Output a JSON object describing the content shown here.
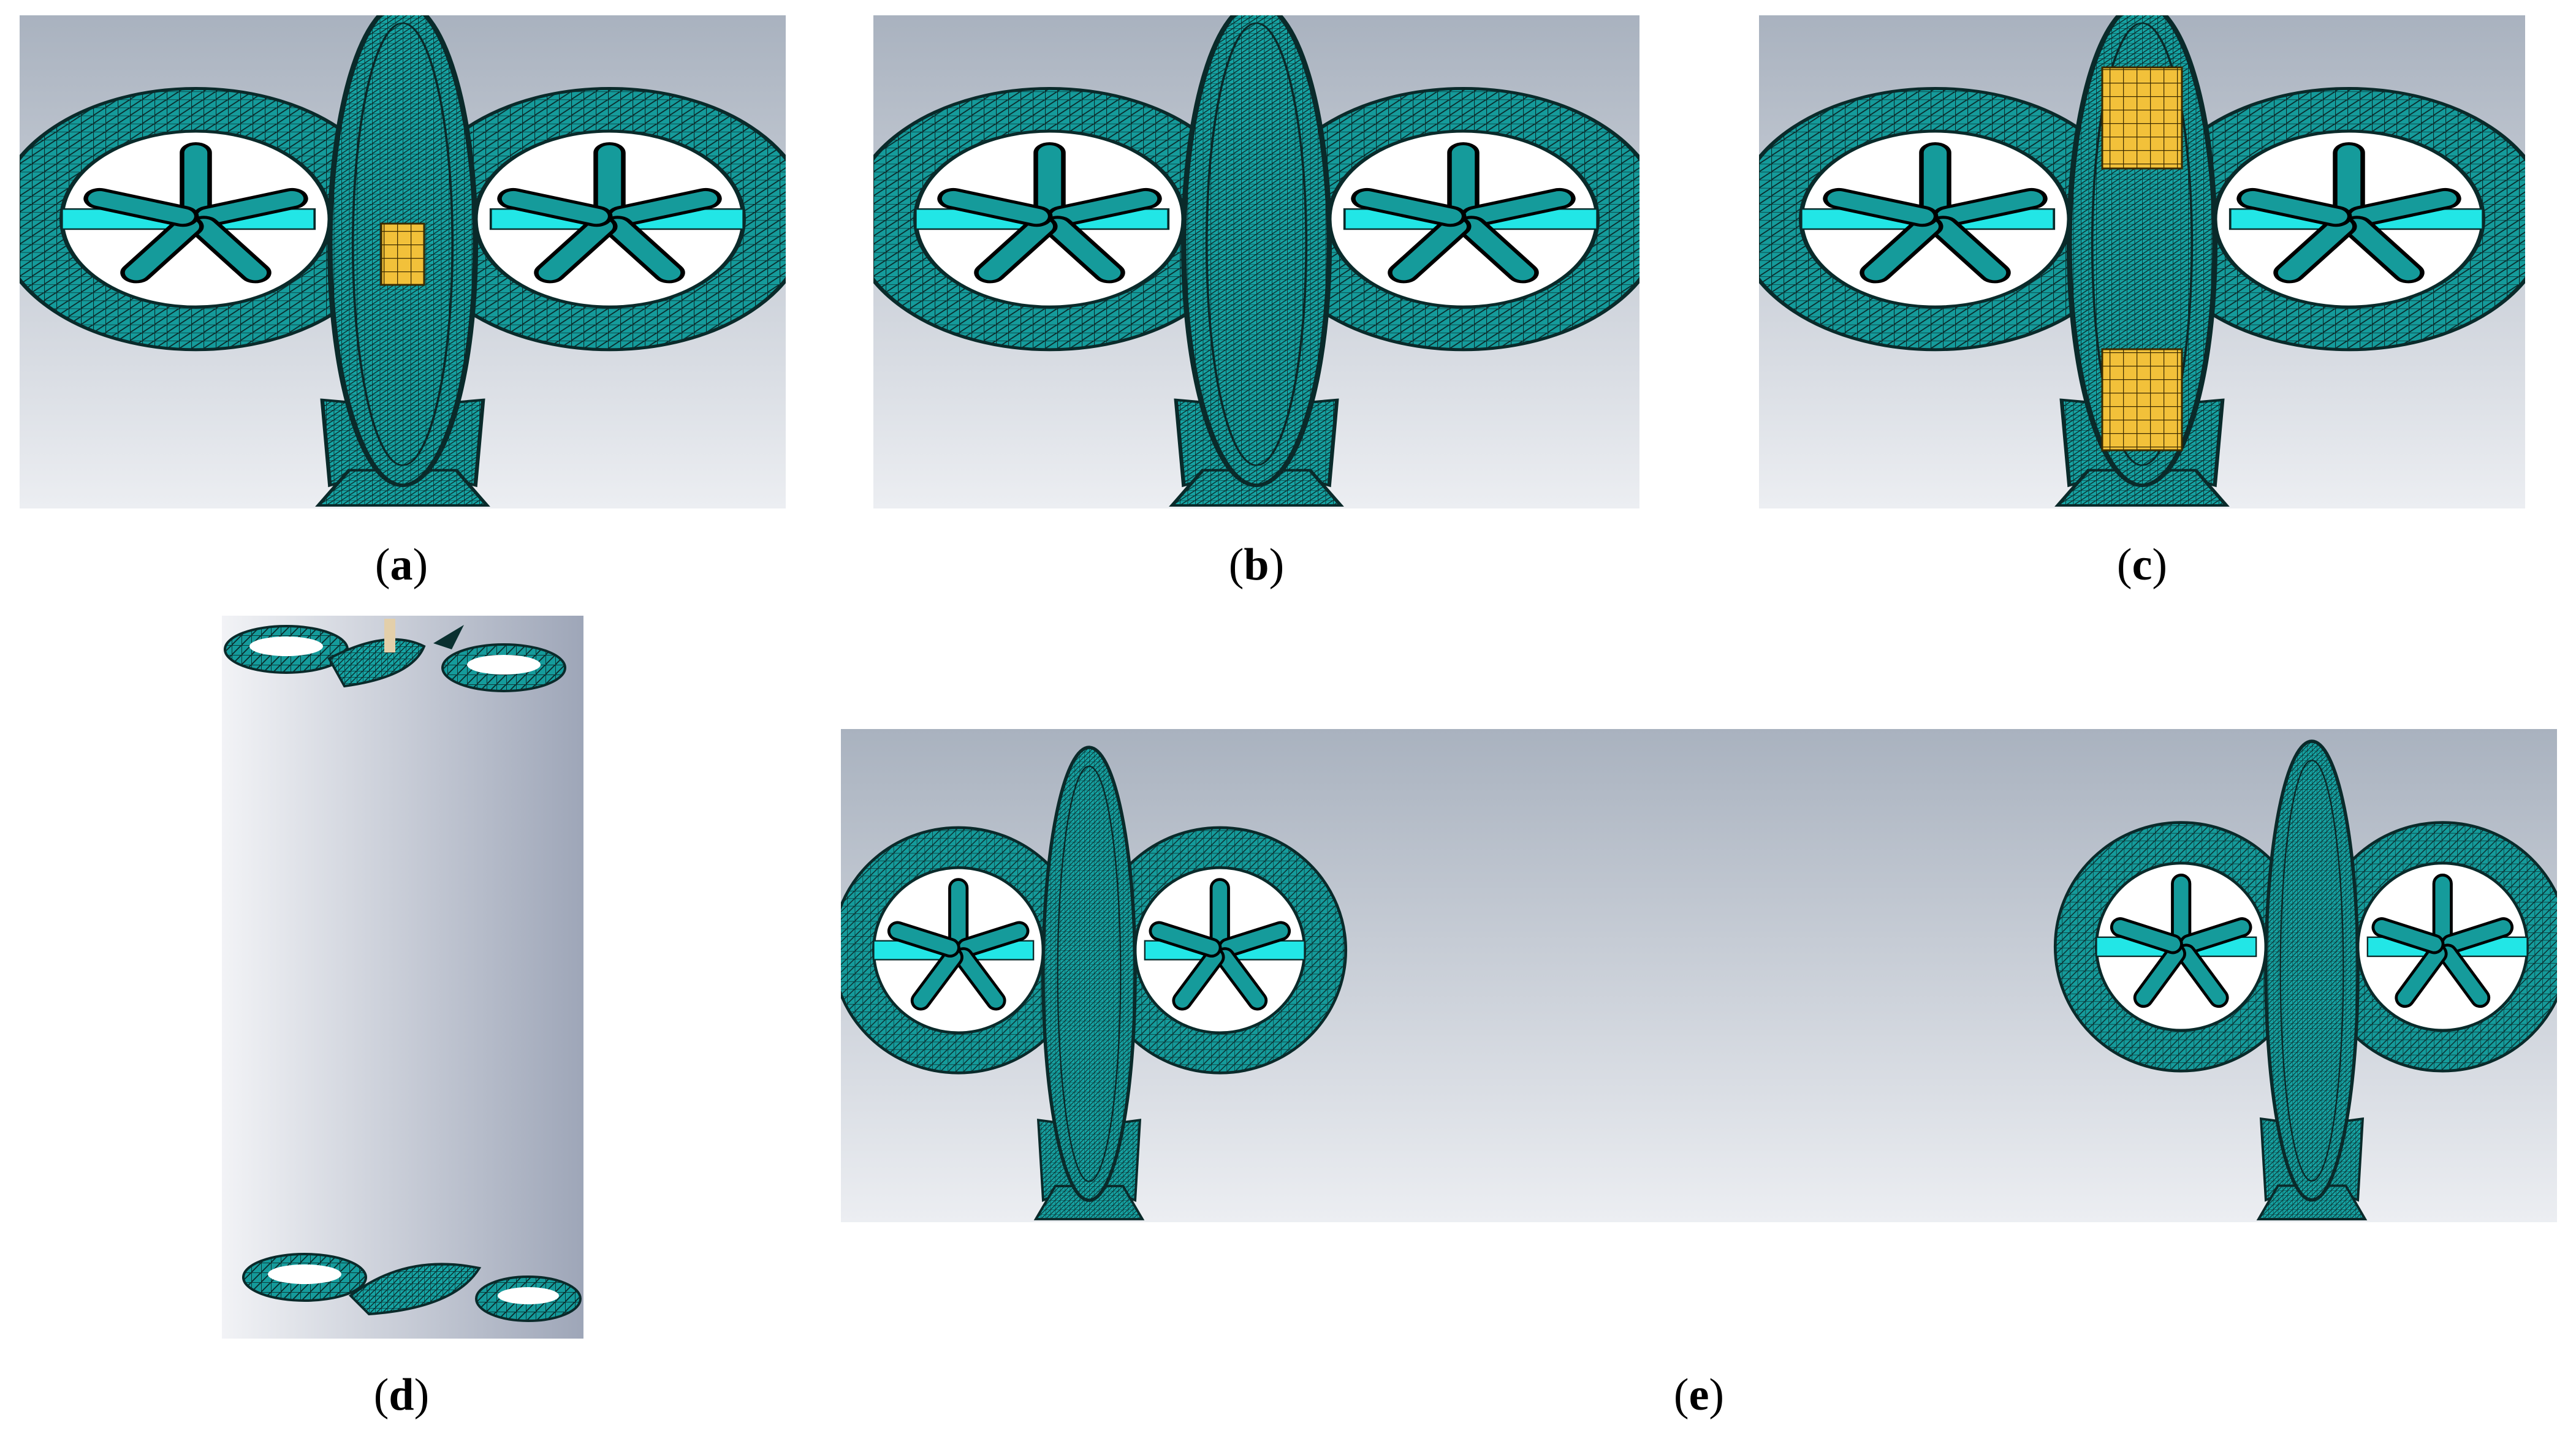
{
  "figure": {
    "panels": [
      {
        "id": "a",
        "caption": "a",
        "view": "top",
        "variant": "small-patch"
      },
      {
        "id": "b",
        "caption": "b",
        "view": "top",
        "variant": "no-patch"
      },
      {
        "id": "c",
        "caption": "c",
        "view": "top",
        "variant": "two-arrays"
      },
      {
        "id": "d",
        "caption": "d",
        "view": "side-pair"
      },
      {
        "id": "e",
        "caption": "e",
        "view": "top-pair"
      }
    ],
    "colors": {
      "mesh_fill": "#159b9b",
      "mesh_line": "#0a2a2a",
      "cyan": "#22e6e6",
      "patch": "#f2c13a",
      "bg_top": "#a9b2bf",
      "bg_bottom": "#eceef2"
    }
  }
}
